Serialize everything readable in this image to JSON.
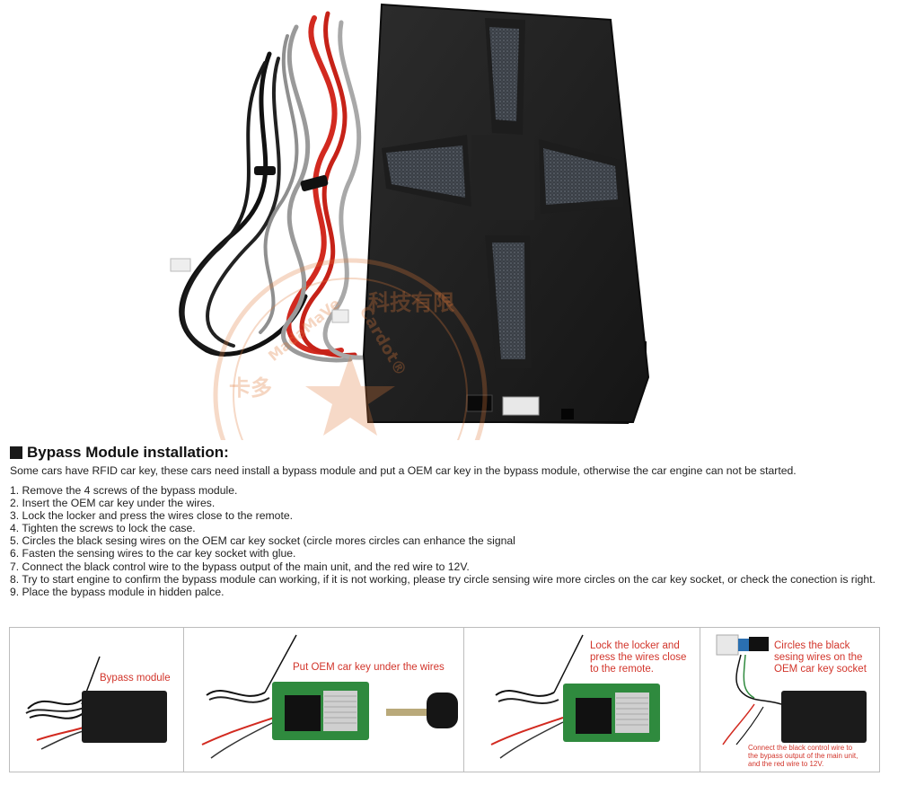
{
  "watermark": {
    "text_top": "科技有限",
    "text_left": "卡多",
    "text_mid": "Cardot®",
    "text_right": "MadaMaVe"
  },
  "section": {
    "title": "Bypass Module installation:",
    "intro": "Some cars have RFID car key, these cars need install a bypass module and put a OEM car key in the bypass module, otherwise the car engine can not be started.",
    "steps": [
      "1. Remove the 4 screws of the bypass module.",
      "2. Insert the OEM car key under the wires.",
      "3. Lock the locker and press the wires close to the remote.",
      "4. Tighten the screws to lock the case.",
      "5. Circles the black sesing wires on the OEM car key socket (circle mores circles can enhance the signal",
      "6. Fasten the sensing wires to the car key socket with glue.",
      "7. Connect the black control wire to the bypass output of the main unit, and the red wire to 12V.",
      "8. Try to start engine to confirm the bypass module can working, if it is not working, please try circle sensing wire more circles on the car key socket, or check the conection is right.",
      "9. Place the bypass module in hidden palce."
    ]
  },
  "panels": {
    "p1": {
      "caption": "Bypass module"
    },
    "p2": {
      "caption": "Put OEM car key under the wires"
    },
    "p3": {
      "caption_lines": [
        "Lock the locker and",
        "press the wires close",
        "to the remote."
      ]
    },
    "p4": {
      "caption_lines": [
        "Circles the black",
        "sesing wires on the",
        "OEM car key socket"
      ],
      "note_lines": [
        "Connect the black control wire to",
        "the bypass output of the main unit,",
        "and the red wire to 12V."
      ]
    }
  },
  "colors": {
    "accent_red": "#d2352b",
    "module_black": "#1b1b1b",
    "pcb_green": "#2f8a3e"
  }
}
